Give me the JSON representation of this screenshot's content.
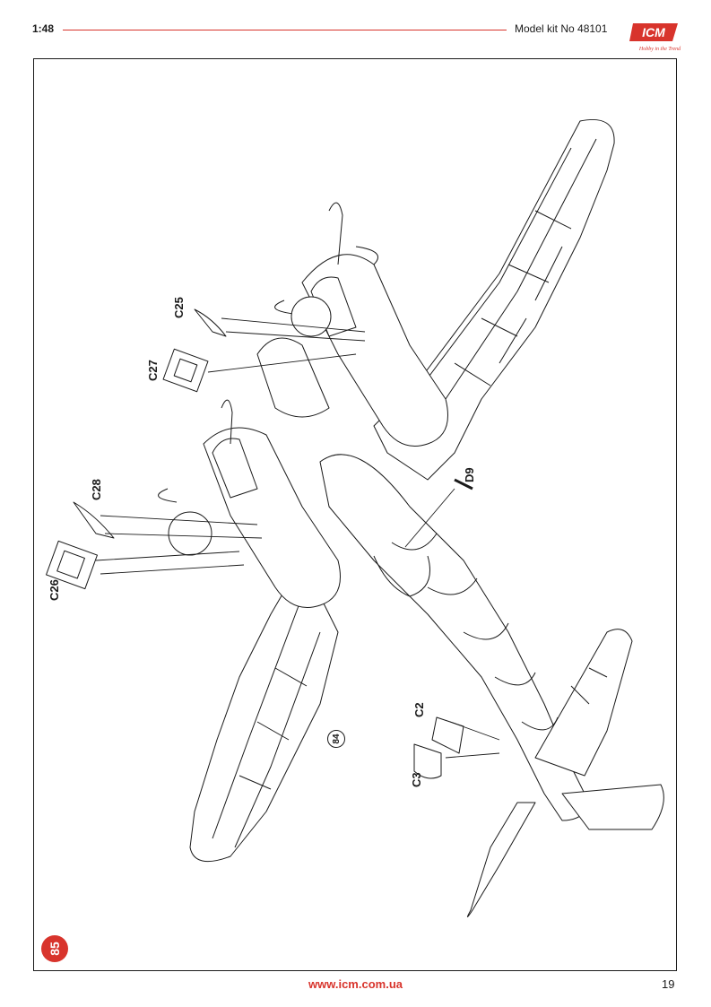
{
  "header": {
    "scale": "1:48",
    "kit": "Model kit No 48101"
  },
  "logo": {
    "name": "ICM",
    "tagline": "Hobby in the Trend"
  },
  "steps": {
    "main": "85",
    "sub": "84"
  },
  "parts": {
    "c25": "C25",
    "c27": "C27",
    "c28": "C28",
    "c26": "C26",
    "d9": "D9",
    "c2": "C2",
    "c3": "C3"
  },
  "footer": {
    "url": "www.icm.com.ua",
    "page": "19"
  },
  "colors": {
    "accent": "#d8342c",
    "ink": "#1a1a1a"
  }
}
